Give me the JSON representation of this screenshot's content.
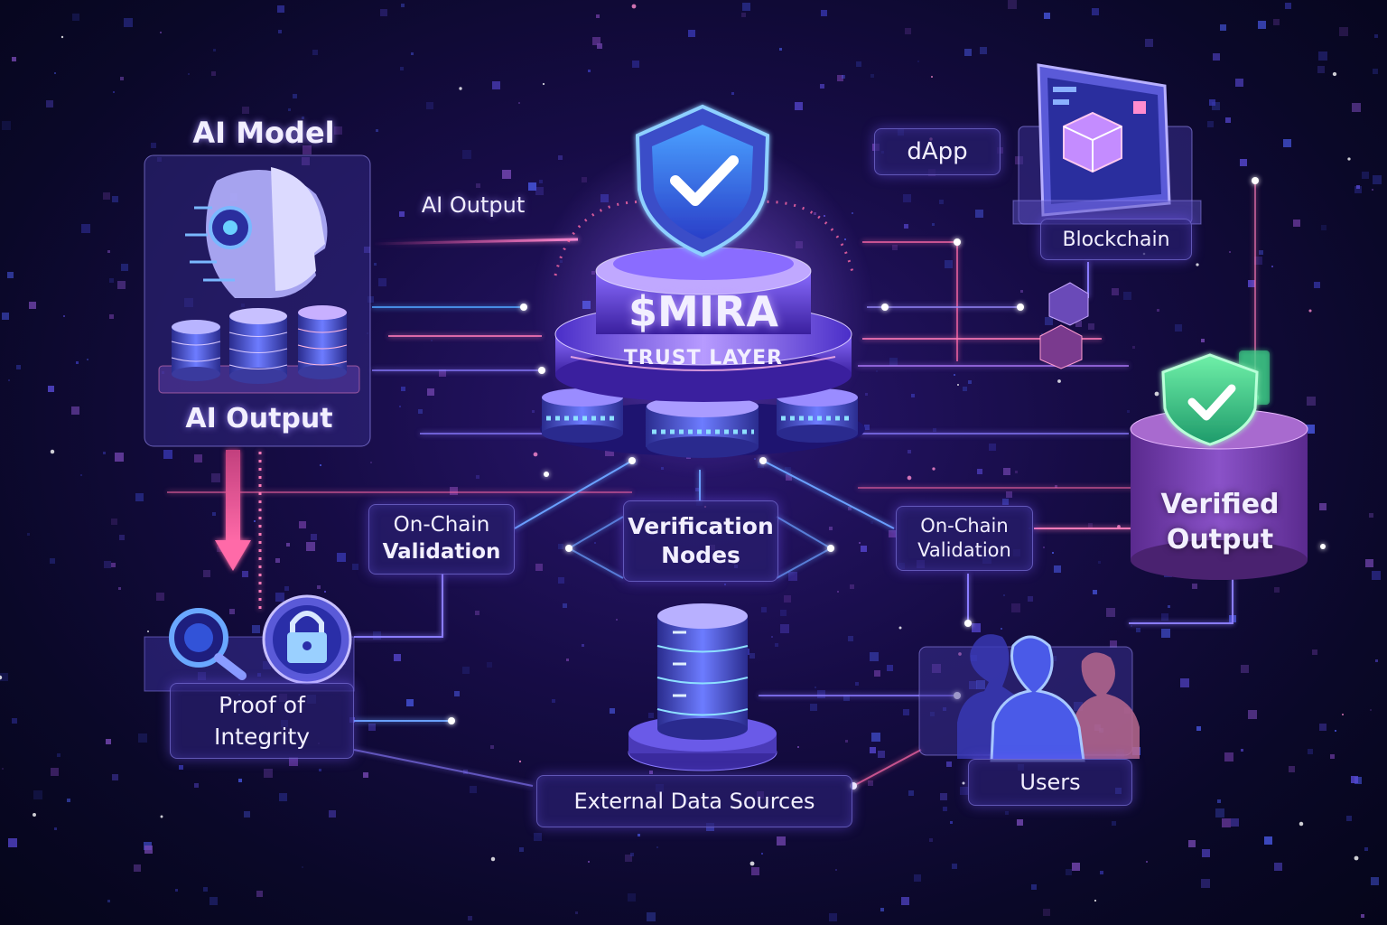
{
  "labels": {
    "ai_model_title": "AI Model",
    "ai_output_top": "AI Output",
    "ai_output_bottom": "AI Output",
    "mira_title": "$MIRA",
    "mira_subtitle": "TRUST LAYER",
    "dapp": "dApp",
    "blockchain": "Blockchain",
    "onchain_left_1": "On-Chain",
    "onchain_left_2": "Validation",
    "verification_1": "Verification",
    "verification_2": "Nodes",
    "onchain_right_1": "On-Chain",
    "onchain_right_2": "Validation",
    "verified_1": "Verified",
    "verified_2": "Output",
    "proof_1": "Proof of",
    "proof_2": "Integrity",
    "external_sources": "External Data Sources",
    "users": "Users"
  },
  "icons": [
    "robot-head-icon",
    "database-stack-icon",
    "shield-check-icon",
    "blockchain-cube-icon",
    "search-icon",
    "lock-icon",
    "server-icon",
    "users-icon",
    "verified-shield-icon"
  ],
  "colors": {
    "accent_purple": "#8a5cff",
    "accent_blue": "#4fa3ff",
    "accent_pink": "#ff5fa8",
    "accent_green": "#3fd68a",
    "background": "#0a0828"
  }
}
